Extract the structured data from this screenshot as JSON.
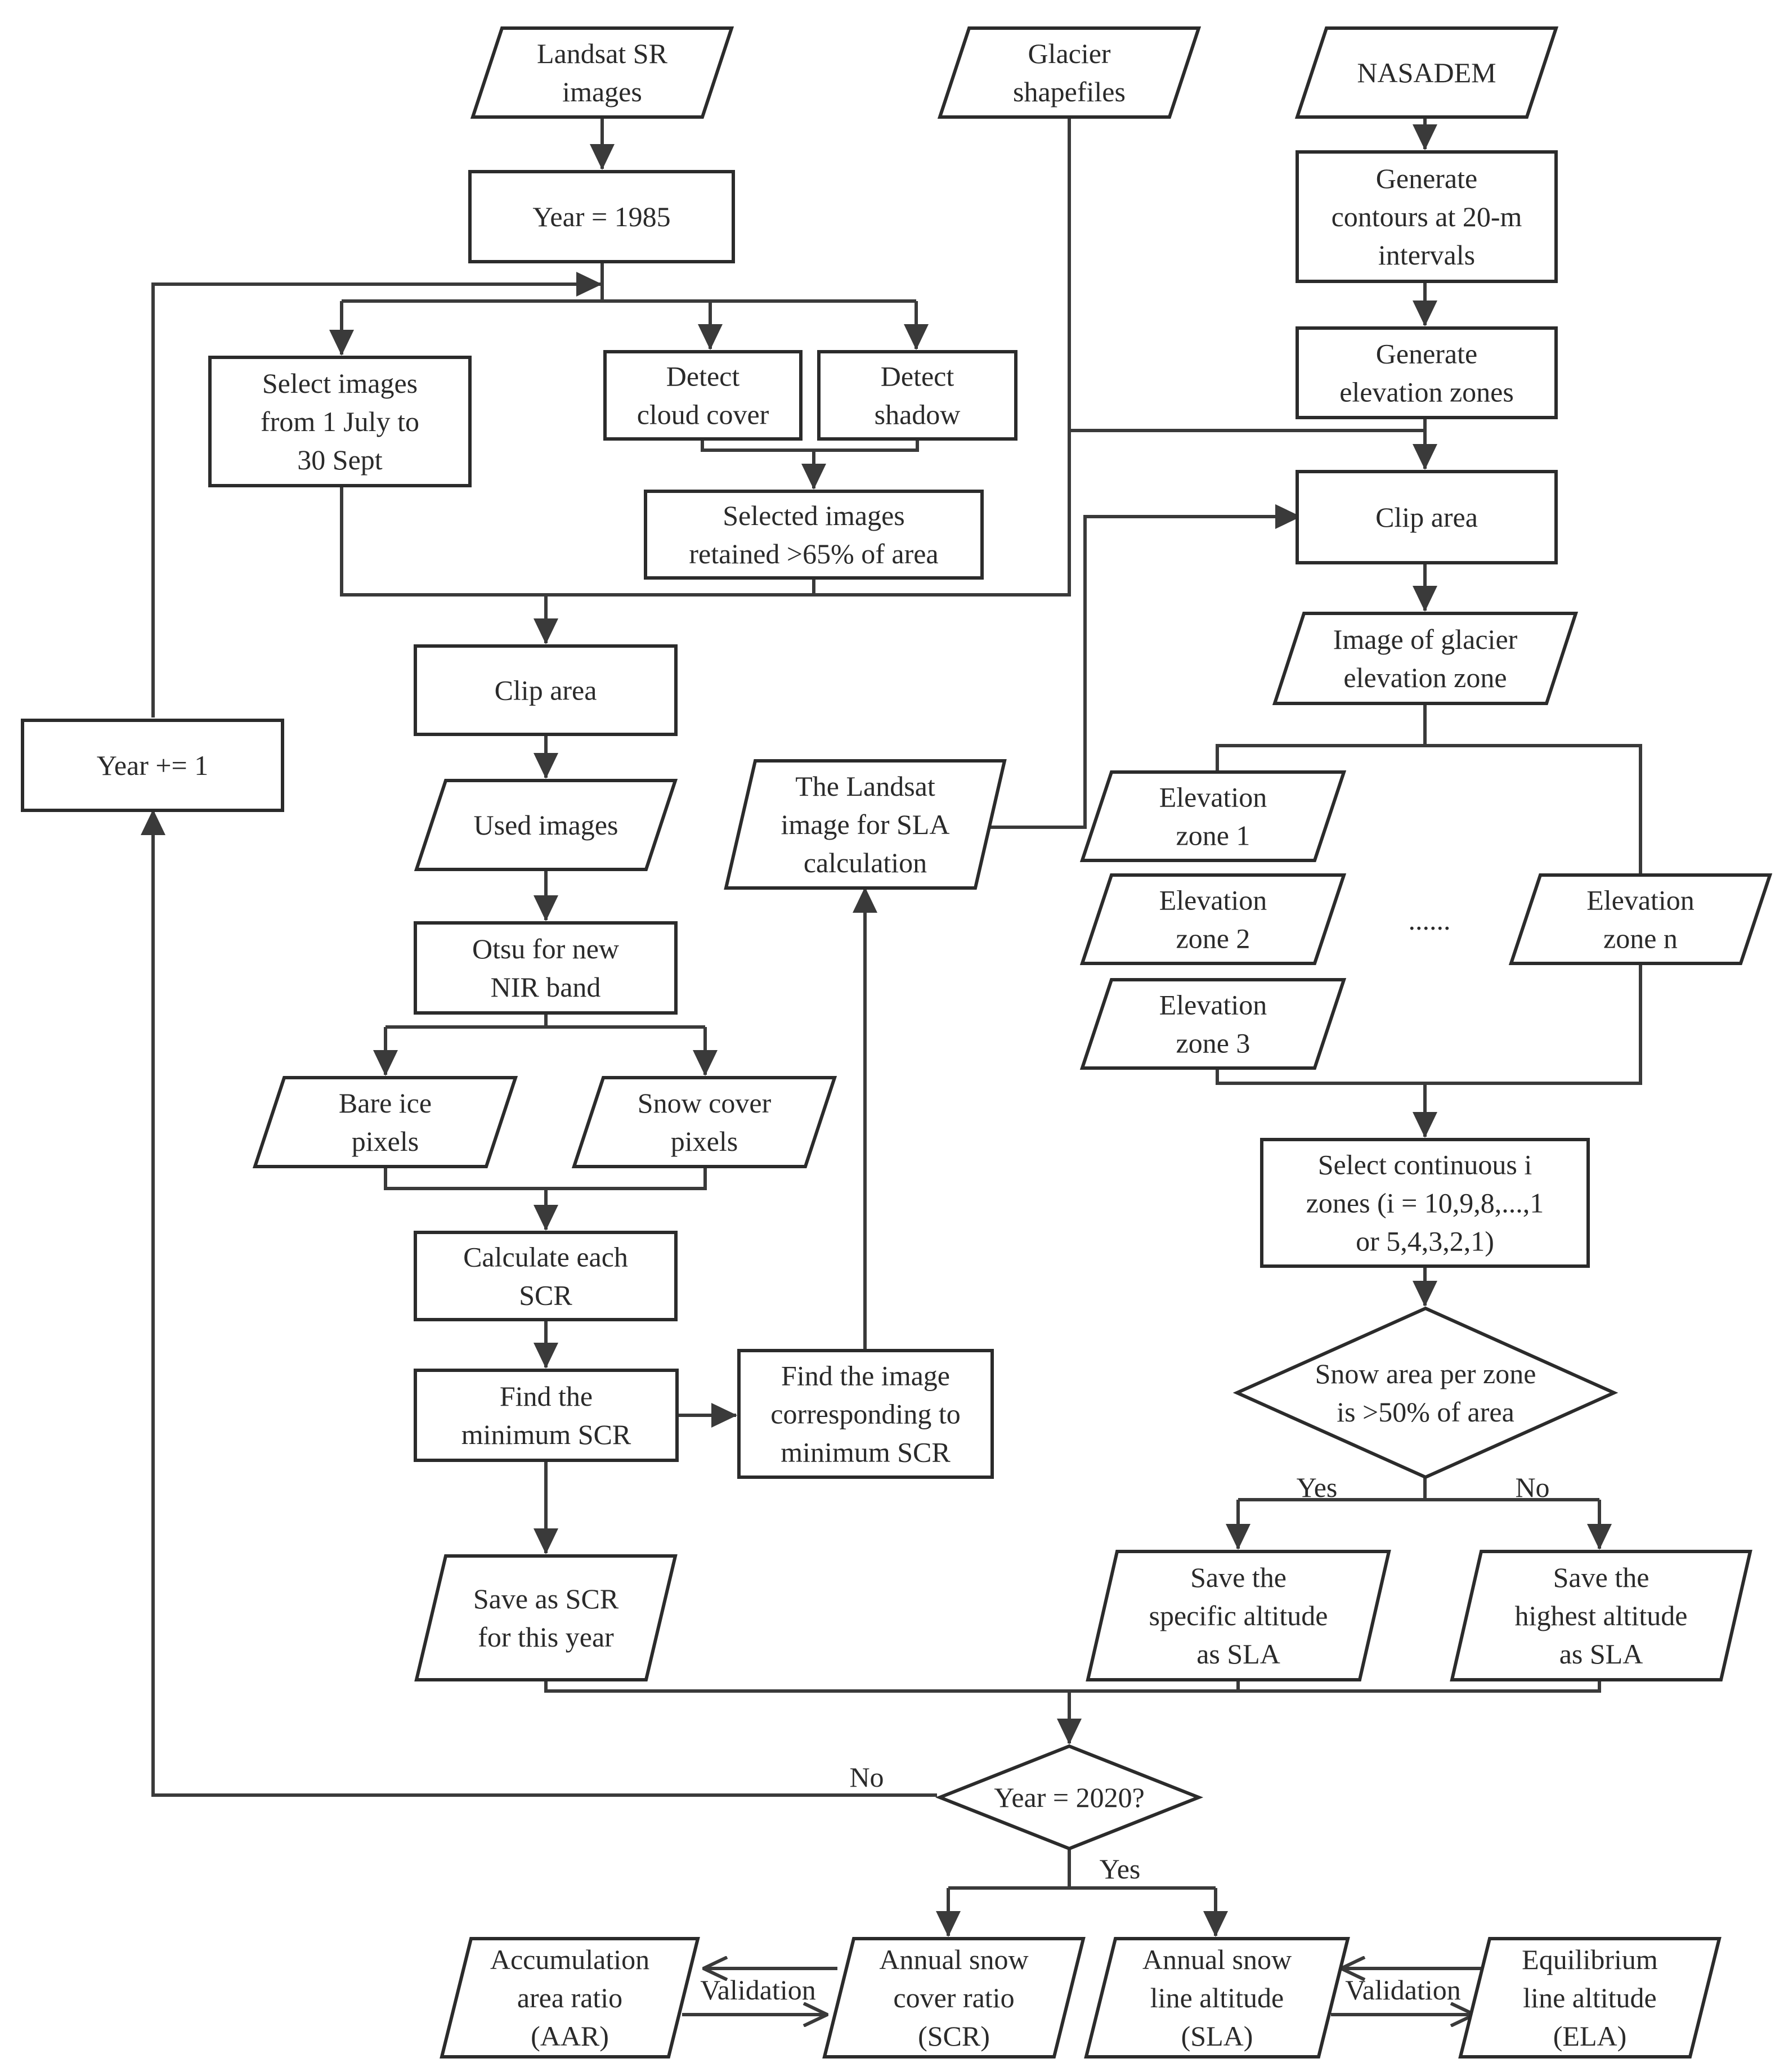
{
  "nodes": {
    "landsat_sr": {
      "shape": "parallelogram",
      "lines": [
        "Landsat SR",
        "images"
      ]
    },
    "glacier_shapefiles": {
      "shape": "parallelogram",
      "lines": [
        "Glacier",
        "shapefiles"
      ]
    },
    "nasadem": {
      "shape": "parallelogram",
      "lines": [
        "NASADEM"
      ]
    },
    "year_init": {
      "shape": "rect",
      "lines": [
        "Year = 1985"
      ]
    },
    "generate_contours": {
      "shape": "rect",
      "lines": [
        "Generate",
        "contours at 20-m",
        "intervals"
      ]
    },
    "generate_zones": {
      "shape": "rect",
      "lines": [
        "Generate",
        "elevation zones"
      ]
    },
    "select_images": {
      "shape": "rect",
      "lines": [
        "Select images",
        "from 1 July to",
        "30 Sept"
      ]
    },
    "detect_cloud": {
      "shape": "rect",
      "lines": [
        "Detect",
        "cloud cover"
      ]
    },
    "detect_shadow": {
      "shape": "rect",
      "lines": [
        "Detect",
        "shadow"
      ]
    },
    "selected_images": {
      "shape": "rect",
      "lines": [
        "Selected images",
        "retained >65% of area"
      ]
    },
    "clip_area_right": {
      "shape": "rect",
      "lines": [
        "Clip area"
      ]
    },
    "image_glacier_zone": {
      "shape": "parallelogram",
      "lines": [
        "Image of glacier",
        "elevation zone"
      ]
    },
    "clip_area_left": {
      "shape": "rect",
      "lines": [
        "Clip area"
      ]
    },
    "year_increment": {
      "shape": "rect",
      "lines": [
        "Year += 1"
      ]
    },
    "used_images": {
      "shape": "parallelogram",
      "lines": [
        "Used images"
      ]
    },
    "landsat_sla_image": {
      "shape": "parallelogram",
      "lines": [
        "The Landsat",
        "image for SLA",
        "calculation"
      ]
    },
    "zone_1": {
      "shape": "parallelogram",
      "lines": [
        "Elevation",
        "zone 1"
      ]
    },
    "zone_2": {
      "shape": "parallelogram",
      "lines": [
        "Elevation",
        "zone 2"
      ]
    },
    "zone_3": {
      "shape": "parallelogram",
      "lines": [
        "Elevation",
        "zone 3"
      ]
    },
    "zone_n": {
      "shape": "parallelogram",
      "lines": [
        "Elevation",
        "zone n"
      ]
    },
    "zone_ellipsis": {
      "shape": "none",
      "lines": [
        "......"
      ]
    },
    "otsu": {
      "shape": "rect",
      "lines": [
        "Otsu for new",
        "NIR band"
      ]
    },
    "bare_ice": {
      "shape": "parallelogram",
      "lines": [
        "Bare ice",
        "pixels"
      ]
    },
    "snow_cover": {
      "shape": "parallelogram",
      "lines": [
        "Snow cover",
        "pixels"
      ]
    },
    "select_zones": {
      "shape": "rect",
      "lines": [
        "Select continuous i",
        "zones (i = 10,9,8,...,1",
        "or 5,4,3,2,1)"
      ]
    },
    "calc_scr": {
      "shape": "rect",
      "lines": [
        "Calculate each",
        "SCR"
      ]
    },
    "snow_area_check": {
      "shape": "diamond",
      "lines": [
        "Snow area per zone",
        "is >50% of area"
      ]
    },
    "find_min_scr": {
      "shape": "rect",
      "lines": [
        "Find the",
        "minimum SCR"
      ]
    },
    "find_image_min": {
      "shape": "rect",
      "lines": [
        "Find the image",
        "corresponding to",
        "minimum SCR"
      ]
    },
    "save_scr": {
      "shape": "parallelogram",
      "lines": [
        "Save as SCR",
        "for this year"
      ]
    },
    "save_specific": {
      "shape": "parallelogram",
      "lines": [
        "Save the",
        "specific altitude",
        "as SLA"
      ]
    },
    "save_highest": {
      "shape": "parallelogram",
      "lines": [
        "Save the",
        "highest altitude",
        "as SLA"
      ]
    },
    "year_check": {
      "shape": "diamond",
      "lines": [
        "Year = 2020?"
      ]
    },
    "aar": {
      "shape": "parallelogram",
      "lines": [
        "Accumulation",
        "area ratio",
        "(AAR)"
      ]
    },
    "annual_scr": {
      "shape": "parallelogram",
      "lines": [
        "Annual snow",
        "cover ratio",
        "(SCR)"
      ]
    },
    "annual_sla": {
      "shape": "parallelogram",
      "lines": [
        "Annual snow",
        "line altitude",
        "(SLA)"
      ]
    },
    "ela": {
      "shape": "parallelogram",
      "lines": [
        "Equilibrium",
        "line altitude",
        "(ELA)"
      ]
    }
  },
  "edge_labels": {
    "yes_left": "Yes",
    "no_right": "No",
    "no_loop": "No",
    "yes_down": "Yes",
    "validation_left": "Validation",
    "validation_right": "Validation"
  }
}
